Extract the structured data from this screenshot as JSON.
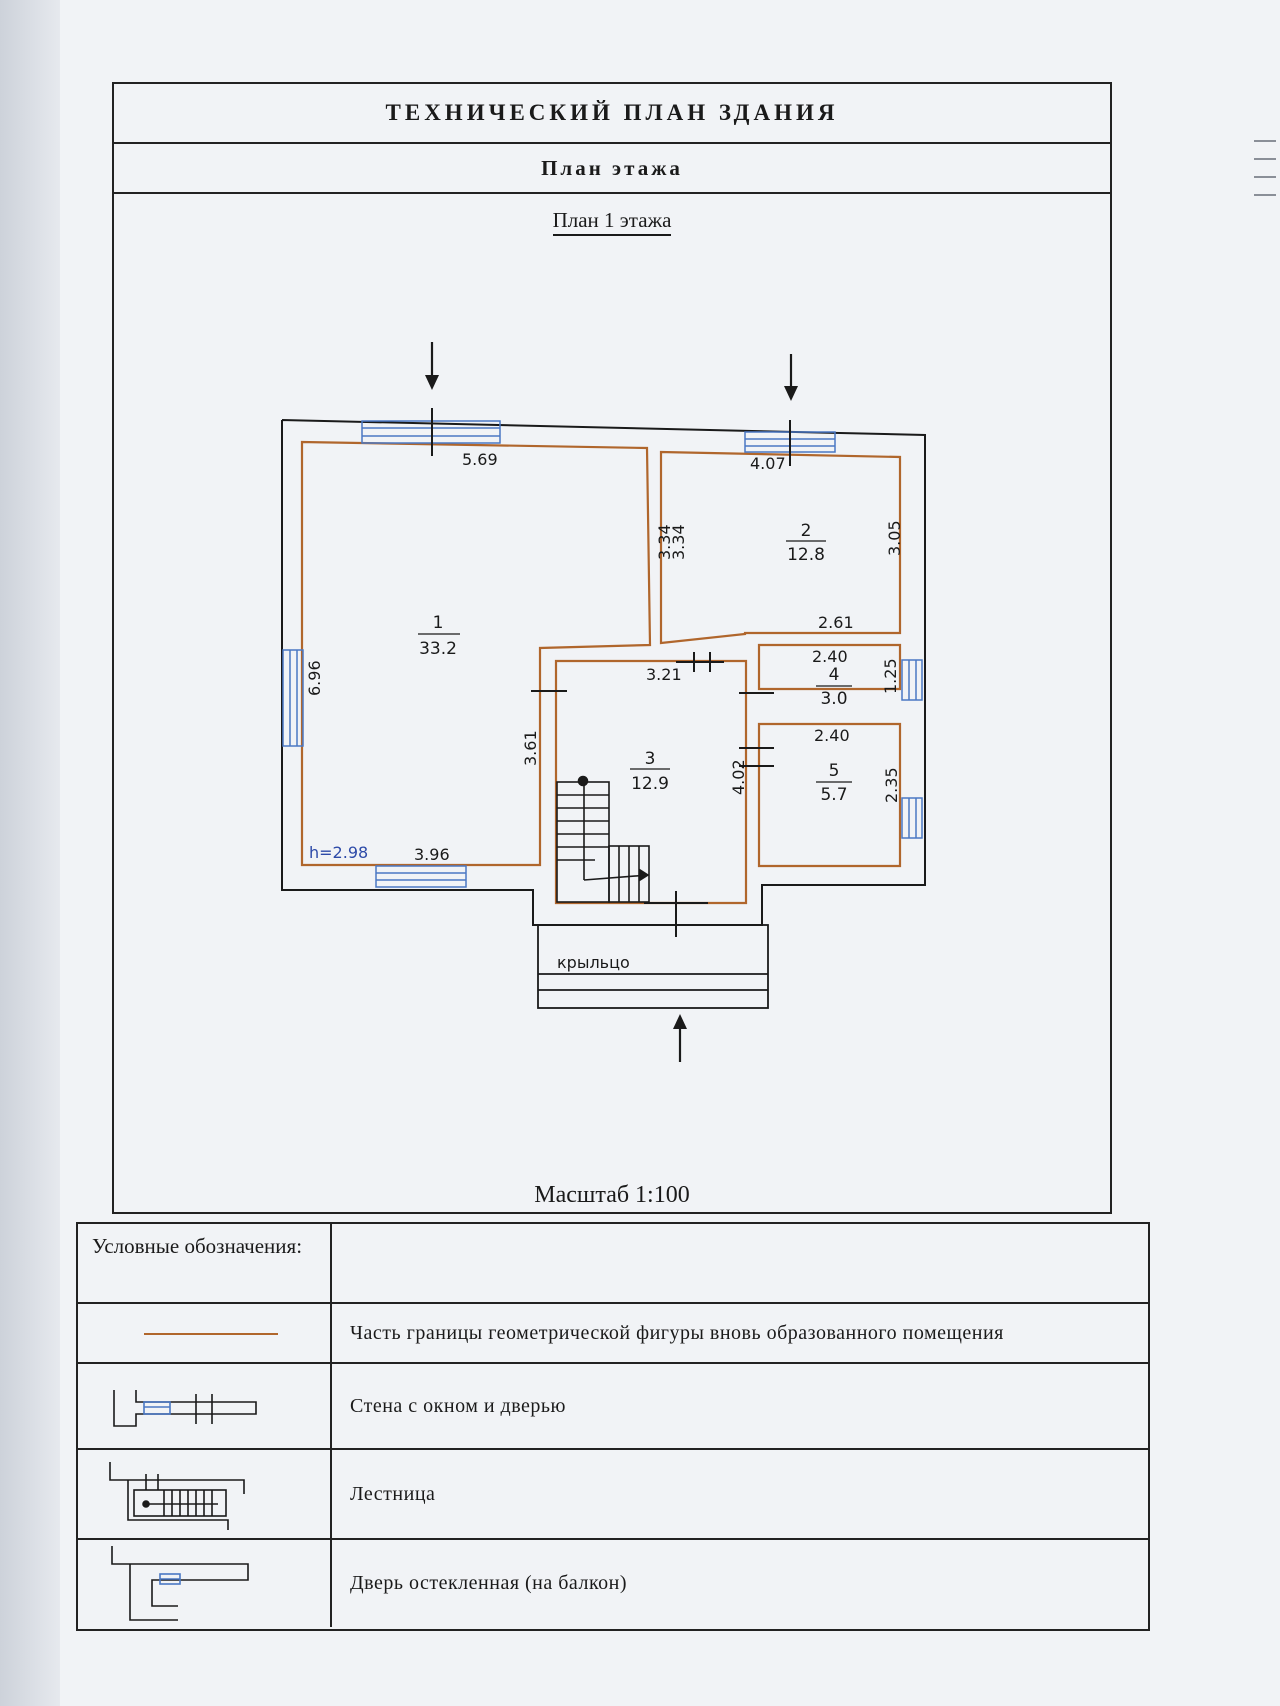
{
  "document": {
    "title": "ТЕХНИЧЕСКИЙ ПЛАН ЗДАНИЯ",
    "subtitle": "План этажа",
    "floor_title": "План 1 этажа",
    "scale": "Масштаб 1:100"
  },
  "plan": {
    "rooms": [
      {
        "number": "1",
        "area": "33.2"
      },
      {
        "number": "2",
        "area": "12.8"
      },
      {
        "number": "3",
        "area": "12.9"
      },
      {
        "number": "4",
        "area": "3.0"
      },
      {
        "number": "5",
        "area": "5.7"
      }
    ],
    "dimensions": {
      "d1": "5.69",
      "d2": "3.34",
      "d3": "3.34",
      "d4": "4.07",
      "d5": "3.05",
      "d6": "6.96",
      "d7": "2.61",
      "d8": "2.40",
      "d9": "1.25",
      "d10": "3.21",
      "d11": "3.61",
      "d12": "2.40",
      "d13": "4.02",
      "d14": "2.35",
      "d15": "3.96"
    },
    "height_label": "h=2.98",
    "porch_label": "крыльцо"
  },
  "legend": {
    "heading": "Условные обозначения:",
    "items": [
      "Часть границы геометрической фигуры вновь образованного помещения",
      "Стена с окном и дверью",
      "Лестница",
      "Дверь остекленная (на балкон)"
    ]
  },
  "colors": {
    "wall": "#1a1a1a",
    "boundary": "#b0662c",
    "window": "#4a78c4",
    "dimension": "#1a1a1a"
  }
}
